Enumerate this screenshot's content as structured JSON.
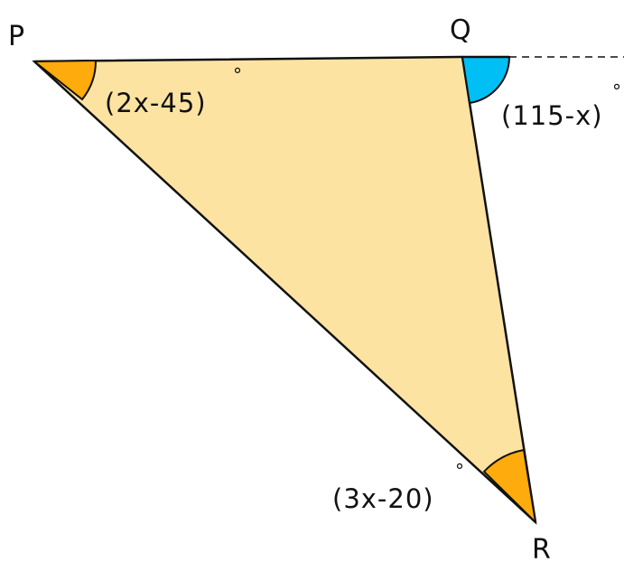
{
  "vertices": {
    "P": "P",
    "Q": "Q",
    "R": "R"
  },
  "angles": {
    "P": {
      "expression": "(2x-45)",
      "degree": "°"
    },
    "Q_exterior": {
      "expression": "(115-x)",
      "degree": "°"
    },
    "R": {
      "expression": "(3x-20)",
      "degree": "°"
    }
  },
  "colors": {
    "triangle_fill": "#fde3a2",
    "interior_angle_fill": "#fdab0d",
    "exterior_angle_fill": "#00bff5",
    "stroke": "#111111"
  }
}
